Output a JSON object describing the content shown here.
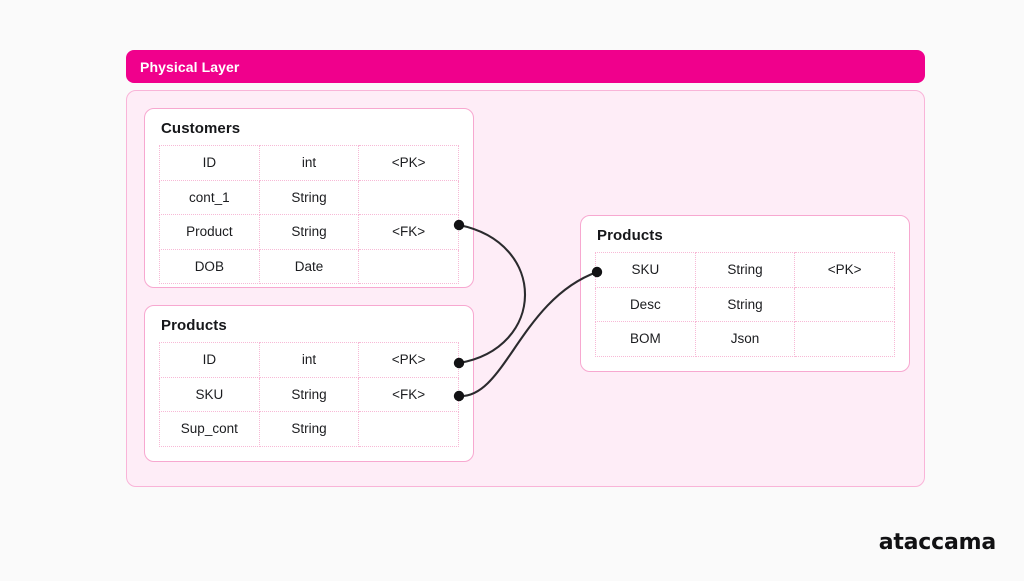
{
  "page": {
    "background_color": "#fafafa",
    "brand_logo": "ataccama"
  },
  "header": {
    "title": "Physical Layer",
    "background_color": "#f0008c",
    "text_color": "#ffffff"
  },
  "panel": {
    "background_color": "#feedf7",
    "border_color": "#f9b4d8"
  },
  "entities": [
    {
      "id": "customers",
      "title": "Customers",
      "columns": [
        {
          "name": "ID",
          "type": "int",
          "key": "<PK>"
        },
        {
          "name": "cont_1",
          "type": "String",
          "key": ""
        },
        {
          "name": "Product",
          "type": "String",
          "key": "<FK>"
        },
        {
          "name": "DOB",
          "type": "Date",
          "key": ""
        }
      ]
    },
    {
      "id": "products_left",
      "title": "Products",
      "columns": [
        {
          "name": "ID",
          "type": "int",
          "key": "<PK>"
        },
        {
          "name": "SKU",
          "type": "String",
          "key": "<FK>"
        },
        {
          "name": "Sup_cont",
          "type": "String",
          "key": ""
        }
      ]
    },
    {
      "id": "products_right",
      "title": "Products",
      "columns": [
        {
          "name": "SKU",
          "type": "String",
          "key": "<PK>"
        },
        {
          "name": "Desc",
          "type": "String",
          "key": ""
        },
        {
          "name": "BOM",
          "type": "Json",
          "key": ""
        }
      ]
    }
  ],
  "relationships": [
    {
      "id": "customers-product-to-products-id",
      "from": "customers.Product <FK>",
      "to": "products_left.ID <PK>"
    },
    {
      "id": "products-sku-to-products-sku",
      "from": "products_left.SKU <FK>",
      "to": "products_right.SKU <PK>"
    }
  ]
}
